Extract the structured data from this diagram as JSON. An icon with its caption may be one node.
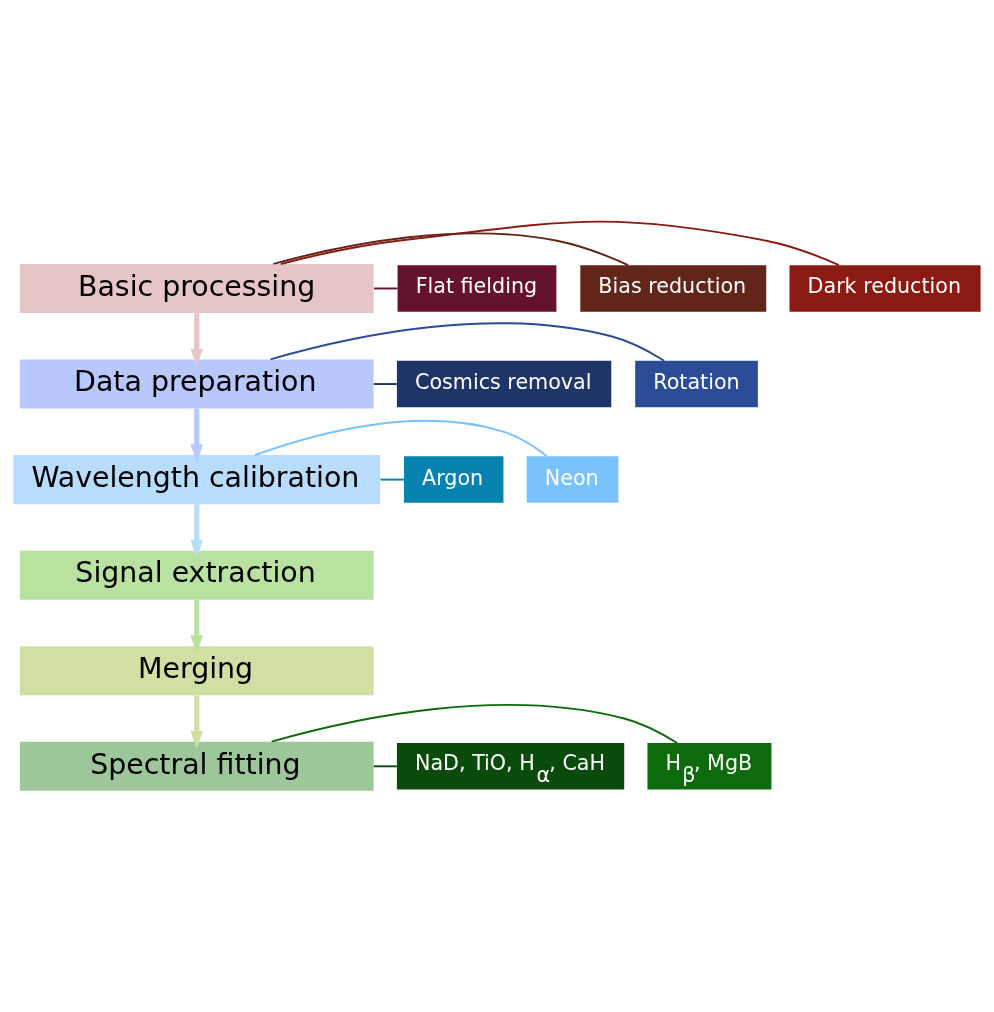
{
  "diagram": {
    "nodes": [
      {
        "text": [
          "Basic processing"
        ]
      },
      {
        "text": [
          "Dark reduction"
        ]
      },
      {
        "text": [
          "Bias reduction"
        ]
      },
      {
        "text": [
          "Flat fielding"
        ]
      },
      {
        "text": [
          "Data preparation"
        ]
      },
      {
        "text": [
          "Rotation"
        ]
      },
      {
        "text": [
          "Cosmics removal"
        ]
      },
      {
        "text": [
          "Wavelength calibration"
        ]
      },
      {
        "text": [
          "Neon"
        ]
      },
      {
        "text": [
          "Argon"
        ]
      },
      {
        "text": [
          "Signal extraction"
        ]
      },
      {
        "text": [
          "Merging"
        ]
      },
      {
        "text": [
          "Spectral fitting"
        ]
      },
      {
        "text": [
          "H$_{β}$, MgB"
        ]
      },
      {
        "text": [
          "NaD, TiO, H$_{α}$, CaH"
        ]
      }
    ],
    "edges": [
      {
        "from": 0,
        "to": 1,
        "arrow": "none",
        "color": "#8b1a12"
      },
      {
        "from": 0,
        "to": 2,
        "arrow": "none",
        "color": "#62251a"
      },
      {
        "from": 0,
        "to": 3,
        "arrow": "none",
        "color": "#65122d"
      },
      {
        "from": 0,
        "to": 4,
        "arrow": "to",
        "color": "#e6c5c6",
        "style": "thick"
      },
      {
        "from": 4,
        "to": 5,
        "arrow": "none",
        "color": "#2b4c96"
      },
      {
        "from": 4,
        "to": 6,
        "arrow": "none",
        "color": "#1f3468"
      },
      {
        "from": 4,
        "to": 7,
        "arrow": "to",
        "color": "#b8c7fc",
        "style": "thick"
      },
      {
        "from": 7,
        "to": 8,
        "arrow": "none",
        "color": "#79c2fc"
      },
      {
        "from": 7,
        "to": 9,
        "arrow": "none",
        "color": "#0783b0"
      },
      {
        "from": 7,
        "to": 10,
        "arrow": "to",
        "color": "#b8dcfc",
        "style": "thick"
      },
      {
        "from": 10,
        "to": 11,
        "arrow": "to",
        "color": "#b9e2a0",
        "style": "thick"
      },
      {
        "from": 11,
        "to": 12,
        "arrow": "to",
        "color": "#d2dfa3",
        "style": "thick"
      },
      {
        "from": 12,
        "to": 13,
        "arrow": "none",
        "color": "#0e6b0c"
      },
      {
        "from": 12,
        "to": 14,
        "arrow": "none",
        "color": "#0a4a0a"
      }
    ]
  }
}
